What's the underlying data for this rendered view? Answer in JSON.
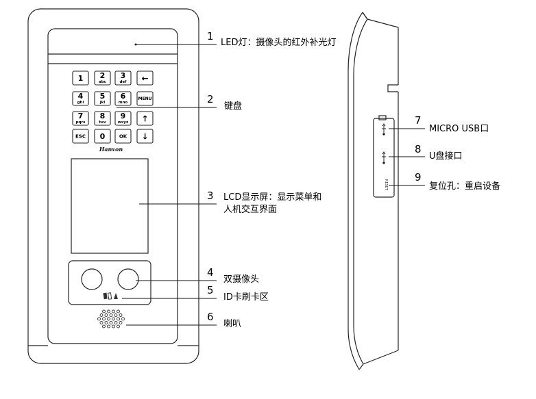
{
  "front": {
    "keys": [
      {
        "main": "1",
        "sub": ""
      },
      {
        "main": "2",
        "sub": "abc"
      },
      {
        "main": "3",
        "sub": "def"
      },
      {
        "main": "←",
        "sub": ""
      },
      {
        "main": "4",
        "sub": "ghi"
      },
      {
        "main": "5",
        "sub": "jkl"
      },
      {
        "main": "6",
        "sub": "mno"
      },
      {
        "main": "MENU",
        "sub": ""
      },
      {
        "main": "7",
        "sub": "pqrs"
      },
      {
        "main": "8",
        "sub": "tuv"
      },
      {
        "main": "9",
        "sub": "wxyz"
      },
      {
        "main": "↑",
        "sub": ""
      },
      {
        "main": "ESC",
        "sub": ""
      },
      {
        "main": "0",
        "sub": ""
      },
      {
        "main": "OK",
        "sub": ""
      },
      {
        "main": "↓",
        "sub": ""
      }
    ],
    "brand": "Hanvon"
  },
  "side": {
    "reset_label": "RESET"
  },
  "callouts": [
    {
      "number": "1",
      "lines": [
        "LED灯：摄像头的红外补光灯"
      ]
    },
    {
      "number": "2",
      "lines": [
        "键盘"
      ]
    },
    {
      "number": "3",
      "lines": [
        "LCD显示屏：显示菜单和",
        "人机交互界面"
      ]
    },
    {
      "number": "4",
      "lines": [
        "双摄像头"
      ]
    },
    {
      "number": "5",
      "lines": [
        "ID卡刷卡区"
      ]
    },
    {
      "number": "6",
      "lines": [
        "喇叭"
      ]
    },
    {
      "number": "7",
      "lines": [
        "MICRO USB口"
      ]
    },
    {
      "number": "8",
      "lines": [
        "U盘接口"
      ]
    },
    {
      "number": "9",
      "lines": [
        "复位孔：重启设备"
      ]
    }
  ]
}
